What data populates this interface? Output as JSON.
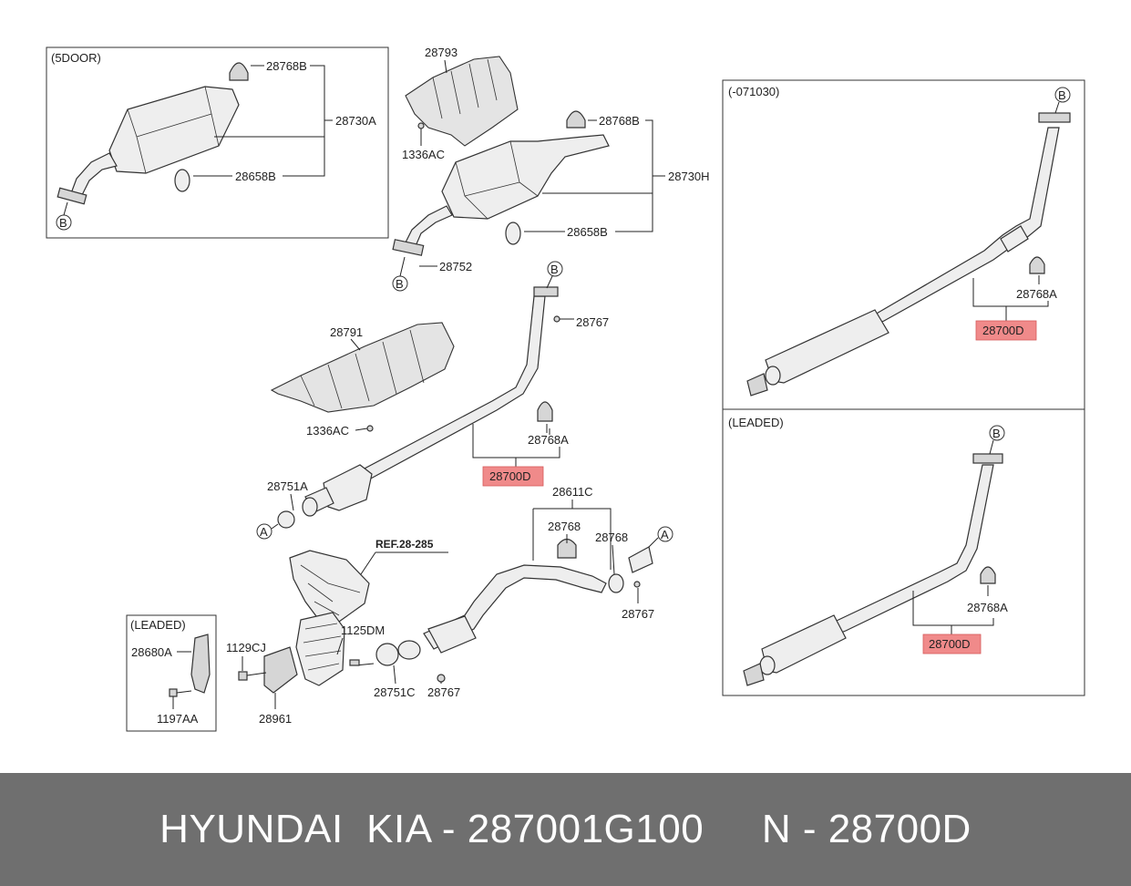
{
  "panels": {
    "top_left": "(5DOOR)",
    "right_top": "(-071030)",
    "right_bottom": "(LEADED)",
    "bottom_left": "(LEADED)"
  },
  "labels": {
    "p28768B_a": "28768B",
    "p28730A": "28730A",
    "p28658B_a": "28658B",
    "p28793": "28793",
    "p1336AC_a": "1336AC",
    "p28768B_b": "28768B",
    "p28730H": "28730H",
    "p28658B_b": "28658B",
    "p28752": "28752",
    "p28767_a": "28767",
    "p28791": "28791",
    "p1336AC_b": "1336AC",
    "p28768A_main": "28768A",
    "p28700D_main": "28700D",
    "p28751A": "28751A",
    "p28611C": "28611C",
    "p28768_a": "28768",
    "p28768_b": "28768",
    "p28767_b": "28767",
    "ref": "REF.28-285",
    "p1125DM": "1125DM",
    "p1129CJ": "1129CJ",
    "p28751C": "28751C",
    "p28767_c": "28767",
    "p28961": "28961",
    "p28680A": "28680A",
    "p1197AA": "1197AA",
    "p28768A_rt": "28768A",
    "p28700D_rt": "28700D",
    "p28768A_rb": "28768A",
    "p28700D_rb": "28700D"
  },
  "markers": {
    "B": "B",
    "A": "A"
  },
  "footer": {
    "text": "HYUNDAI  KIA - 287001G100     N - 28700D"
  },
  "colors": {
    "highlight": "#f08a8a",
    "footer_bg": "#6f6f6f"
  }
}
